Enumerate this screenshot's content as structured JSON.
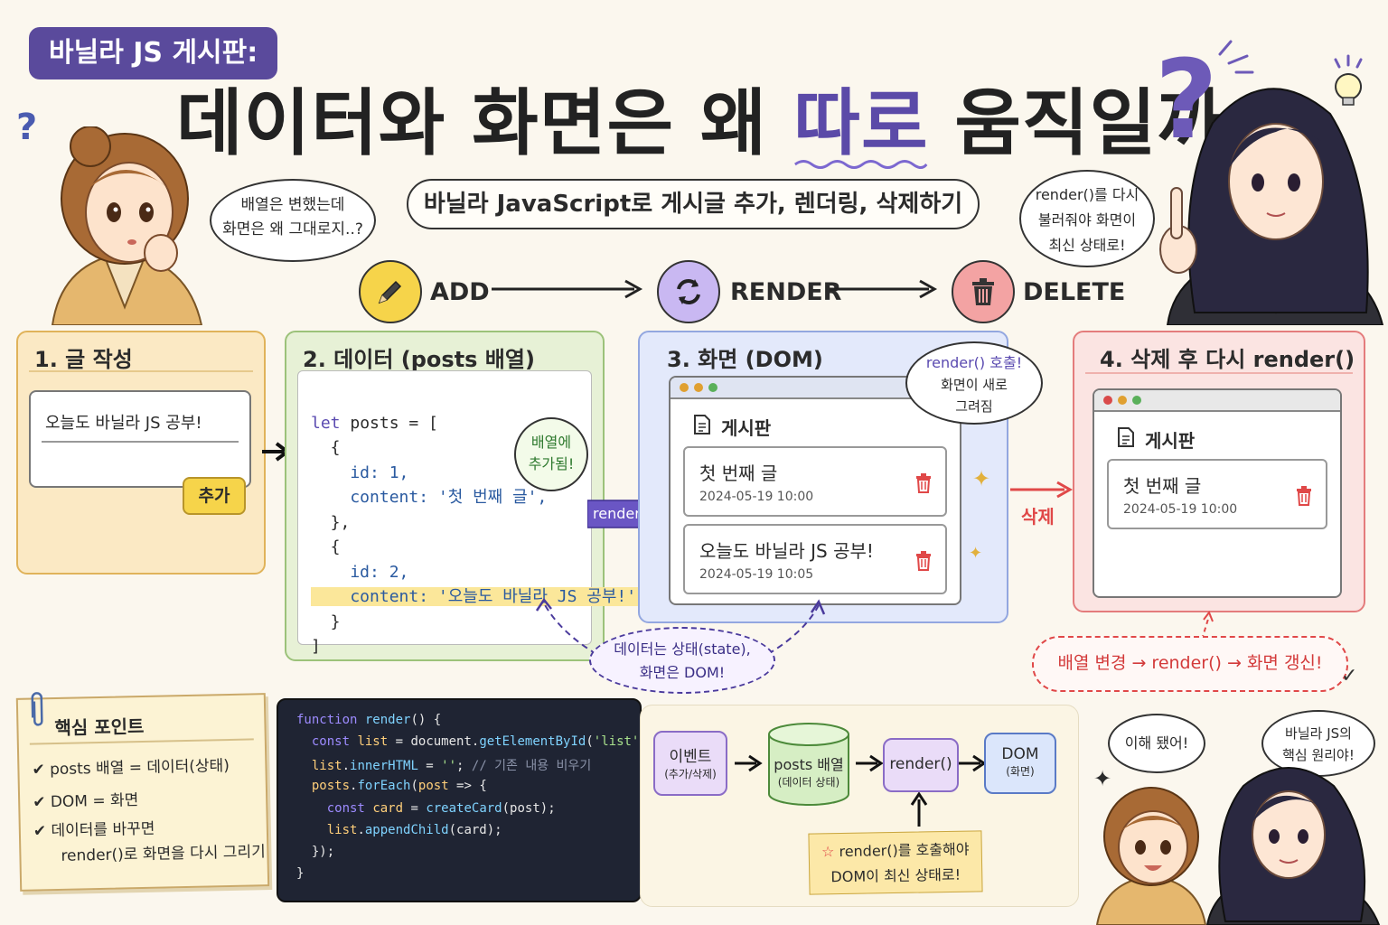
{
  "header": {
    "tag": "바닐라 JS 게시판:",
    "title_part1": "데이터와 화면은 왜 ",
    "title_highlight": "따로",
    "title_part2": " 움직일까",
    "title_qmark": "?",
    "subtitle": "바닐라 JavaScript로 게시글 추가, 렌더링, 삭제하기"
  },
  "bubbles": {
    "left_q": "?",
    "left_line1": "배열은 변했는데",
    "left_line2": "화면은 왜 그대로지..?",
    "right_line1": "render()를 다시",
    "right_line2": "불러줘야 화면이",
    "right_line3": "최신 상태로!",
    "render_call_1": "render() 호출!",
    "render_call_2": "화면이 새로",
    "render_call_3": "그려짐",
    "added_1": "배열에",
    "added_2": "추가됨!",
    "state_1": "데이터는 상태(state),",
    "state_2": "화면은 DOM!",
    "understood": "이해 됐어!",
    "core_1": "바닐라 JS의",
    "core_2": "핵심 원리야!"
  },
  "steps": [
    {
      "label": "ADD",
      "icon": "pencil-icon"
    },
    {
      "label": "RENDER",
      "icon": "refresh-icon"
    },
    {
      "label": "DELETE",
      "icon": "trash-icon"
    }
  ],
  "panel1": {
    "title": "1. 글 작성",
    "input_value": "오늘도 바닐라 JS 공부!",
    "add_button": "추가"
  },
  "panel2": {
    "title": "2. 데이터 (posts 배열)",
    "code": [
      "let posts = [",
      "  {",
      "    id: 1,",
      "    content: '첫 번째 글',",
      "  },",
      "  {",
      "    id: 2,",
      "    content: '오늘도 바닐라 JS 공부!',",
      "  }",
      "]"
    ],
    "render_arrow": "render()"
  },
  "panel3": {
    "title": "3. 화면 (DOM)",
    "board_title": "게시판",
    "posts": [
      {
        "title": "첫 번째 글",
        "date": "2024-05-19 10:00"
      },
      {
        "title": "오늘도 바닐라 JS 공부!",
        "date": "2024-05-19 10:05"
      }
    ]
  },
  "delete_label": "삭제",
  "panel4": {
    "title": "4. 삭제 후 다시 render()",
    "board_title": "게시판",
    "posts": [
      {
        "title": "첫 번째 글",
        "date": "2024-05-19 10:00"
      }
    ],
    "flow_note": "배열 변경 → render() → 화면 갱신!"
  },
  "keypoints": {
    "title": "핵심 포인트",
    "items": [
      "posts 배열 = 데이터(상태)",
      "DOM = 화면",
      "데이터를 바꾸면",
      "render()로 화면을 다시 그리기"
    ]
  },
  "render_code": [
    "function render() {",
    "  const list = document.getElementById('list');",
    "  list.innerHTML = ''; // 기존 내용 비우기",
    "  posts.forEach(post => {",
    "    const card = createCard(post);",
    "    list.appendChild(card);",
    "  });",
    "}"
  ],
  "flow": {
    "event": "이벤트",
    "event_sub": "(추가/삭제)",
    "posts": "posts 배열",
    "posts_sub": "(데이터 상태)",
    "render": "render()",
    "dom": "DOM",
    "dom_sub": "(화면)",
    "note_1": "render()를 호출해야",
    "note_2": "DOM이 최신 상태로!"
  },
  "colors": {
    "purple": "#5a4a9c",
    "add_yellow": "#f6d44a",
    "render_purple": "#c9b8f2",
    "delete_red": "#f3a3a3",
    "trash_red": "#e04848"
  }
}
